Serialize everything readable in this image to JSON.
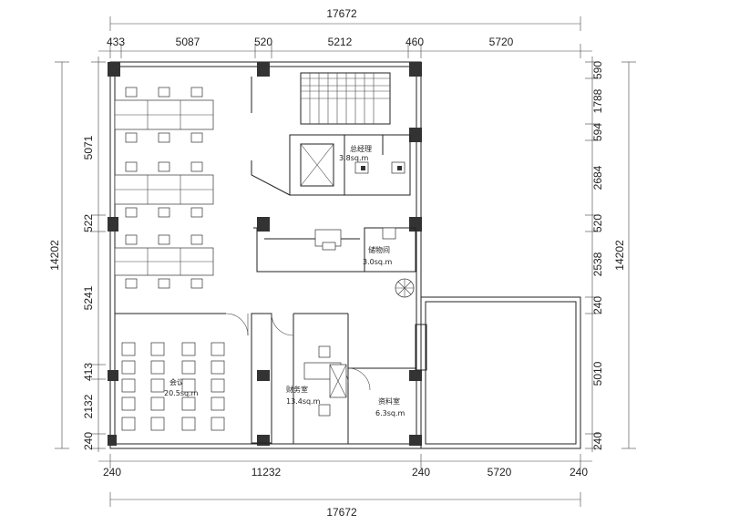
{
  "dimensions": {
    "top_total": "17672",
    "top_segments": [
      "433",
      "5087",
      "520",
      "5212",
      "460",
      "5720"
    ],
    "bottom_total": "17672",
    "bottom_segments": [
      "240",
      "11232",
      "240",
      "5720",
      "240"
    ],
    "left_total": "14202",
    "left_segments": [
      "5071",
      "522",
      "5241",
      "413",
      "2132",
      "240"
    ],
    "right_total": "14202",
    "right_segments": [
      "590",
      "1788",
      "594",
      "2684",
      "520",
      "2538",
      "240",
      "5010",
      "240"
    ]
  },
  "rooms": {
    "manager_label": "总经理",
    "manager_area": "3.8sq.m",
    "storage_label": "储物间",
    "storage_area": "3.0sq.m",
    "finance_label": "财务室",
    "finance_area": "13.4sq.m",
    "archive_label": "资料室",
    "archive_area": "6.3sq.m",
    "meeting_label": "会议",
    "meeting_area": "20.5sq.m"
  },
  "colors": {
    "line": "#222222",
    "column": "#333333",
    "plant": "#444444"
  }
}
